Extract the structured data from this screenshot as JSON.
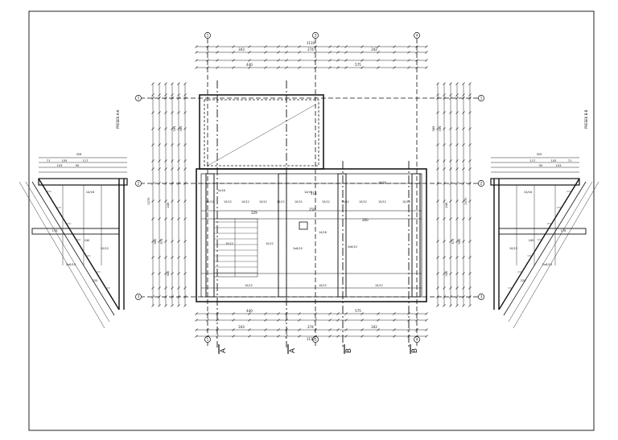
{
  "drawing": {
    "axis_bubbles": {
      "top": [
        "1",
        "3",
        "4"
      ],
      "bottom": [
        "1",
        "3",
        "4"
      ],
      "left": [
        "1",
        "2",
        "3"
      ],
      "right": [
        "1",
        "2",
        "3"
      ]
    },
    "section_marks": [
      "A",
      "A",
      "B",
      "B"
    ],
    "top_dims": {
      "overall": "1110",
      "row1": [
        "343",
        "274",
        "342"
      ],
      "row2": [
        "440",
        "575"
      ]
    },
    "bottom_dims": {
      "overall": "1110",
      "row1": [
        "343",
        "274",
        "342"
      ],
      "row2": [
        "440",
        "575"
      ]
    },
    "left_dims": [
      "1070",
      "680",
      "575",
      "245",
      "340",
      "395",
      "385"
    ],
    "right_dims": [
      "1070",
      "680",
      "575",
      "245",
      "340",
      "395",
      "385"
    ],
    "rebar_labels": [
      "10/12",
      "10/12",
      "10/12",
      "10/12",
      "10/12",
      "10/12",
      "10/12",
      "10/12",
      "10/12",
      "10/12",
      "10/12",
      "14/16",
      "14/16",
      "14/16",
      "10/12",
      "10/12",
      "2x6/10",
      "2x6/10",
      "14/16",
      "10/12",
      "10/12",
      "10/12"
    ],
    "inner_dims": [
      "329",
      "214",
      "250",
      "260"
    ],
    "side_section_title": "PRESEK A-A",
    "side_section_title_right": "PRESEK B-B",
    "side_dims_left": [
      "326",
      "71",
      "105",
      "117",
      "103",
      "95",
      "176",
      "240",
      "220",
      "14/16",
      "10/12",
      "2x6/10"
    ],
    "side_dims_right": [
      "325",
      "71",
      "105",
      "117",
      "103",
      "95",
      "176",
      "240",
      "220",
      "14/16",
      "10/12",
      "2x6/10"
    ]
  },
  "colors": {
    "line": "#1a1a1a",
    "hatch": "#4a4a4a",
    "paper": "#ffffff"
  }
}
